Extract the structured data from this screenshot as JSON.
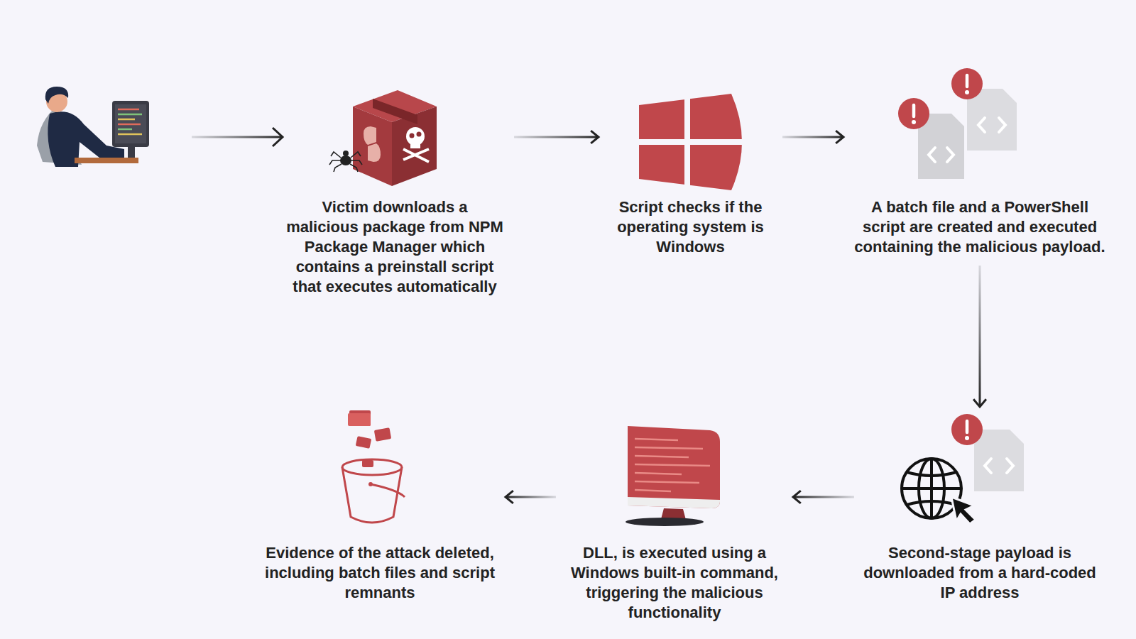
{
  "diagram": {
    "nodes": [
      {
        "text": [
          "Victim downloads a malicious package from NPM Package Manager which contains a preinstall script that executes automatically"
        ]
      },
      {
        "text": [
          "Script checks if the operating system is Windows"
        ]
      },
      {
        "text": [
          "A batch file and a PowerShell script are created and executed containing the malicious payload."
        ]
      },
      {
        "text": [
          "Second-stage payload is downloaded from a hard-coded IP address"
        ]
      },
      {
        "text": [
          "DLL, is executed using a Windows built-in command, triggering the malicious functionality"
        ]
      },
      {
        "text": [
          "Evidence of the attack deleted, including batch files and script remnants"
        ]
      }
    ],
    "edges": [
      {
        "from": 0,
        "to": 1,
        "arrow": "to"
      },
      {
        "from": 1,
        "to": 2,
        "arrow": "to"
      },
      {
        "from": 2,
        "to": 3,
        "arrow": "to"
      },
      {
        "from": 3,
        "to": 4,
        "arrow": "to"
      },
      {
        "from": 4,
        "to": 5,
        "arrow": "to"
      }
    ]
  }
}
